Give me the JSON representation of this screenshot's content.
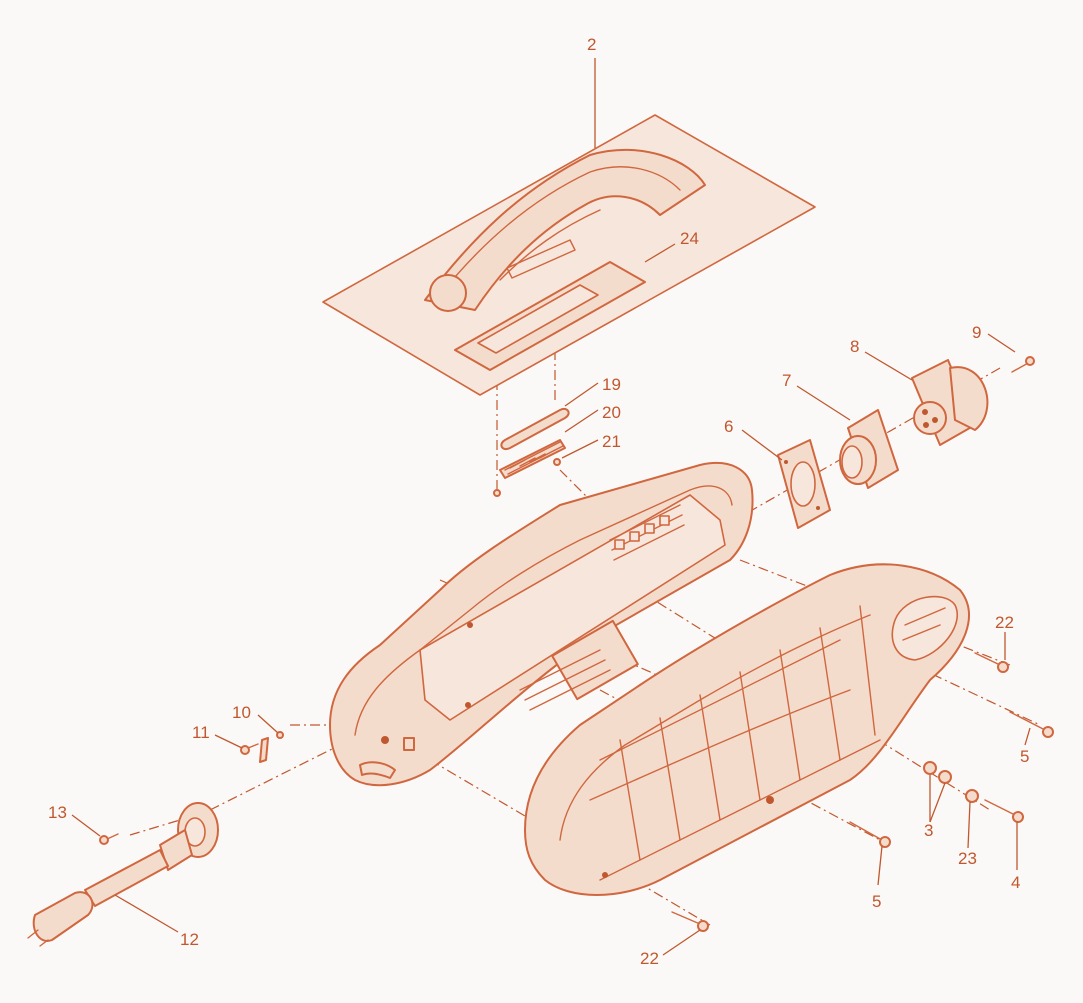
{
  "diagram": {
    "accent_color": "#d0673f",
    "label_color": "#c0582f",
    "background_color": "#fbf9f7",
    "callouts": [
      {
        "id": "2",
        "text": "2"
      },
      {
        "id": "24",
        "text": "24"
      },
      {
        "id": "19",
        "text": "19"
      },
      {
        "id": "20",
        "text": "20"
      },
      {
        "id": "21",
        "text": "21"
      },
      {
        "id": "6",
        "text": "6"
      },
      {
        "id": "7",
        "text": "7"
      },
      {
        "id": "8",
        "text": "8"
      },
      {
        "id": "9",
        "text": "9"
      },
      {
        "id": "22a",
        "text": "22"
      },
      {
        "id": "5a",
        "text": "5"
      },
      {
        "id": "3",
        "text": "3"
      },
      {
        "id": "23",
        "text": "23"
      },
      {
        "id": "4",
        "text": "4"
      },
      {
        "id": "5b",
        "text": "5"
      },
      {
        "id": "22b",
        "text": "22"
      },
      {
        "id": "10",
        "text": "10"
      },
      {
        "id": "11",
        "text": "11"
      },
      {
        "id": "13",
        "text": "13"
      },
      {
        "id": "12",
        "text": "12"
      }
    ],
    "icons": [
      "handle-part-icon",
      "gasket-icon",
      "flange-icon",
      "socket-icon",
      "housing-icon",
      "cover-icon",
      "cable-plug-icon",
      "screw-icon",
      "washer-icon"
    ]
  }
}
